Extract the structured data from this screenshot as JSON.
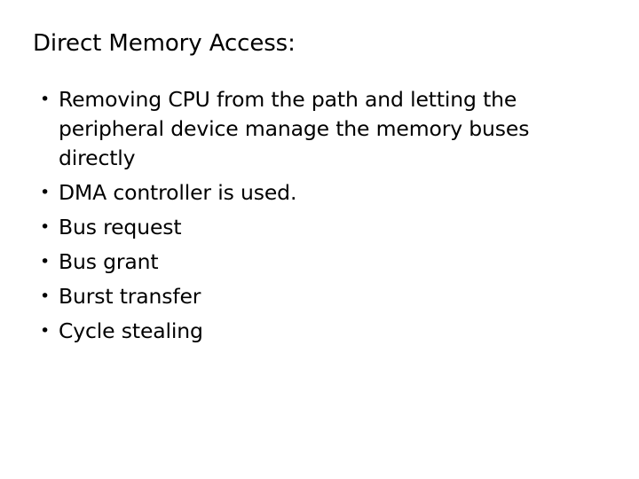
{
  "slide": {
    "title": "Direct Memory Access:",
    "bullet_marker": "•",
    "text_color": "#000000",
    "background_color": "#ffffff",
    "bullets": [
      {
        "text": "Removing CPU from the path and letting the peripheral device manage the memory buses directly"
      },
      {
        "text": "DMA controller is used."
      },
      {
        "text": "Bus request"
      },
      {
        "text": "Bus grant"
      },
      {
        "text": "Burst transfer"
      },
      {
        "text": "Cycle stealing"
      }
    ]
  }
}
